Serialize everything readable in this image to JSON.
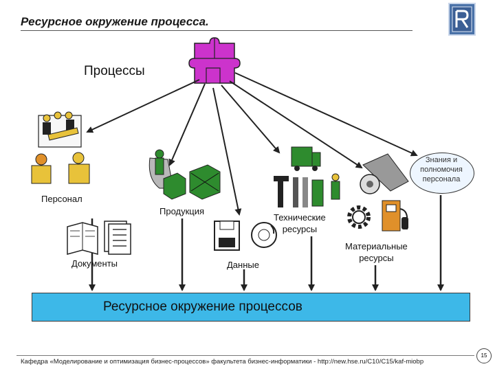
{
  "title": "Ресурсное окружение процесса.",
  "processes_label": "Процессы",
  "knowledge_bubble": "Знания и полномочия персонала",
  "labels": {
    "personnel": "Персонал",
    "products": "Продукция",
    "tech_line1": "Технические",
    "tech_line2": "ресурсы",
    "documents": "Документы",
    "data": "Данные",
    "material_line1": "Материальные",
    "material_line2": "ресурсы"
  },
  "resource_box": "Ресурсное окружение процессов",
  "footer": "Кафедра «Моделирование и оптимизация бизнес-процессов» факультета бизнес-информатики - http://new.hse.ru/C10/C15/kaf-miobp",
  "page_number": "15",
  "colors": {
    "puzzle": "#cc33cc",
    "resource_box": "#3db8e8",
    "icon_green": "#2e8b2e",
    "icon_yellow": "#e8c23a",
    "icon_orange": "#e0902a"
  }
}
